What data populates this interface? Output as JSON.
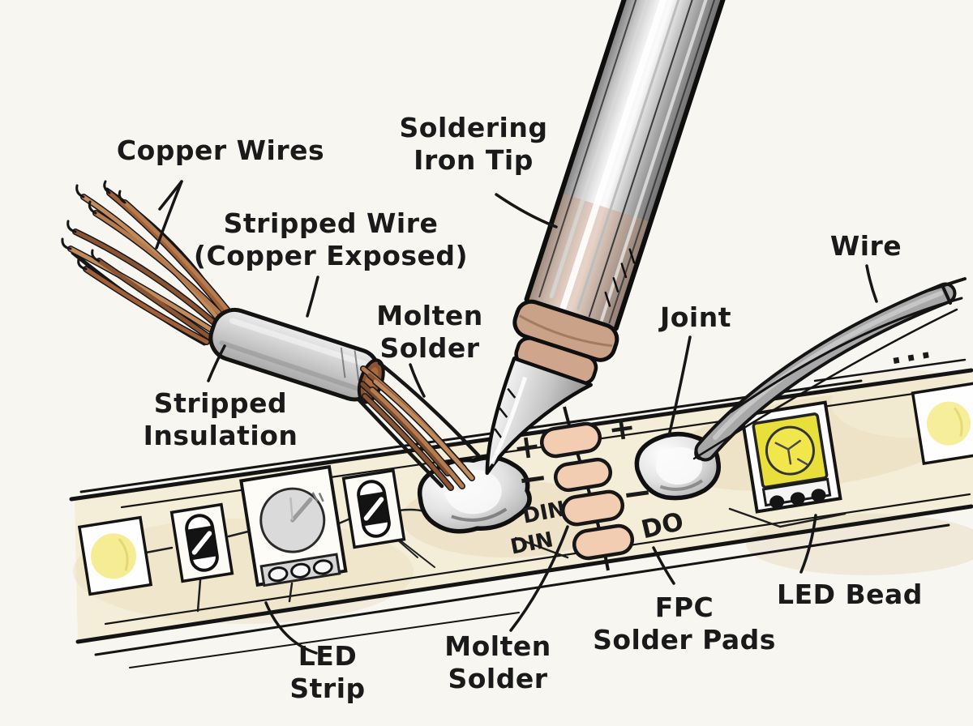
{
  "diagram": {
    "subject": "Soldering wires to an LED strip (hand-drawn illustration)",
    "callouts": [
      {
        "id": "copper-wires",
        "lines": [
          "Copper Wires"
        ]
      },
      {
        "id": "soldering-iron-tip",
        "lines": [
          "Soldering",
          "Iron Tip"
        ]
      },
      {
        "id": "stripped-wire",
        "lines": [
          "Stripped Wire",
          "(Copper Exposed)"
        ]
      },
      {
        "id": "molten-solder-top",
        "lines": [
          "Molten",
          "Solder"
        ]
      },
      {
        "id": "joint",
        "lines": [
          "Joint"
        ]
      },
      {
        "id": "wire",
        "lines": [
          "Wire"
        ]
      },
      {
        "id": "stripped-insulation",
        "lines": [
          "Stripped",
          "Insulation"
        ]
      },
      {
        "id": "led-strip",
        "lines": [
          "LED",
          "Strip"
        ]
      },
      {
        "id": "molten-solder-bottom",
        "lines": [
          "Molten",
          "Solder"
        ]
      },
      {
        "id": "fpc-solder-pads",
        "lines": [
          "FPC",
          "Solder Pads"
        ]
      },
      {
        "id": "led-bead",
        "lines": [
          "LED Bead"
        ]
      }
    ],
    "strip_markings": {
      "plus_left": "+",
      "plus_right": "+",
      "minus_left": "−",
      "minus_right": "−",
      "din_upper": "DIN",
      "din_lower": "DIN",
      "data_out": "DO",
      "continuation": "..."
    },
    "palette": {
      "ink": "#1a1a1a",
      "paper": "#f8f6f1",
      "strip_cream": "#f4edd8",
      "pad_salmon": "#f2cdb2",
      "copper": "#b0714a",
      "copper_dark": "#7c4a2b",
      "solder_silver": "#d6d6d6",
      "wire_gray": "#a6a6a6",
      "led_yellow": "#ede33c",
      "glow_yellow": "#f6ee9b"
    }
  }
}
